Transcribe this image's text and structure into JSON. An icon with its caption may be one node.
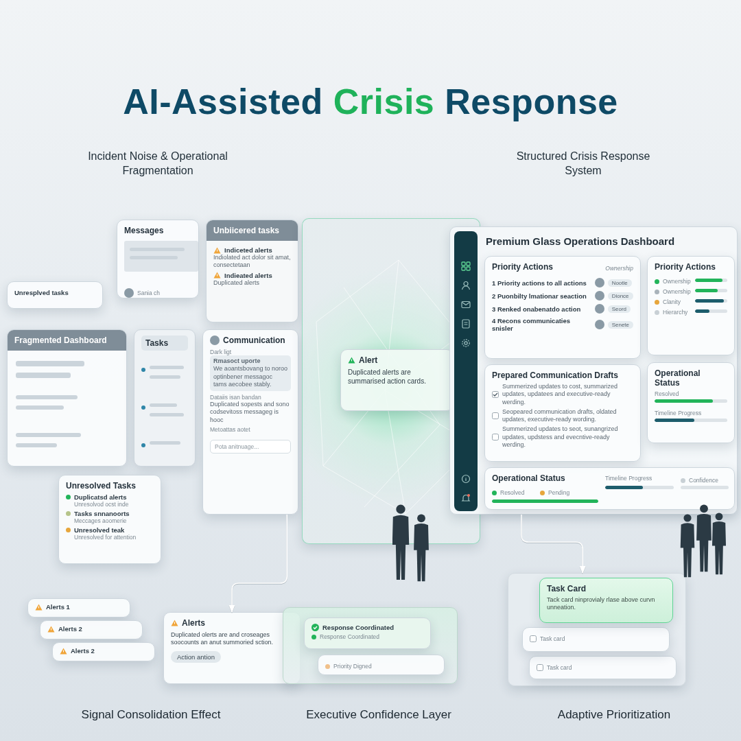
{
  "diagram": {
    "title": "AI-Assisted **Crisis** Response",
    "nodes": [
      {
        "text": [
          "Messages",
          "Sania ch"
        ]
      },
      {
        "text": [
          "Unbiicered tasks",
          "Indiceted alerts",
          "Indiolated act dolor sit amat, consectetaan",
          "Indieated alerts",
          "Duplicated alerts"
        ]
      },
      {
        "text": [
          "Unresplved tasks"
        ]
      },
      {
        "text": [
          "Fragmented Dashboard"
        ]
      },
      {
        "text": [
          "Tasks"
        ]
      },
      {
        "text": [
          "Communication",
          "Dark ligt",
          "Rmasoct uporte",
          "We aoantsbovang to noroo optinbener messagoc tams aecobee stably.",
          "Dataiis isan bandan",
          "Duplicated sopests and sono codsevitoss messageg is hooc",
          "Metoattas aotet",
          "Pota anitnuage..."
        ]
      },
      {
        "text": [
          "Unresolved Tasks",
          "Duplicatsd alerts",
          "Unresolvod ocst inde",
          "Tasks snnanoorts",
          "Meccages aoomerie",
          "Unresolved teak",
          "Unresolved for attention"
        ]
      },
      {
        "text": [],
        "shape": "box"
      },
      {
        "text": [
          "Alert",
          "Duplicated alerts are summarised action cards."
        ],
        "in": 7
      },
      {
        "text": [
          "Premium Glass Operations Dashboard"
        ]
      },
      {
        "text": [
          "Priority Actions",
          "Ownership",
          "1 Priority actions to all actions",
          "Nootle",
          "2 Puonbilty lmationar seaction",
          "Dionce",
          "3 Renked onabenatdo action",
          "Seord",
          "4 Recons communicaties snisler",
          "Senete"
        ],
        "in": 9
      },
      {
        "text": [
          "Prepared Communication Drafts",
          "Summerized updates to cost, summarized updates, updatees and executive-ready werding.",
          "Seopeared communication drafts, oldated updates, executive-ready wording.",
          "Summerized updates to seot, sunangrized updates, updstess and evecntive-ready werding."
        ],
        "in": 9
      },
      {
        "text": [
          "Priority Actions",
          "Ownership",
          "Ownership",
          "Clanity",
          "Hierarchy"
        ],
        "in": 9
      },
      {
        "text": [
          "Operational Status",
          "Resolved",
          "Timeline Progress"
        ],
        "in": 9
      },
      {
        "text": [
          "Operational Status",
          "Resolved",
          "Pending",
          "Timeline Progress",
          "Confidence"
        ],
        "in": 9
      },
      {
        "text": [
          "Alerts 1"
        ]
      },
      {
        "text": [
          "Alerts 2"
        ]
      },
      {
        "text": [
          "Alerts 2"
        ]
      },
      {
        "text": [
          "Alerts",
          "Duplicated olerts are and croseages soocounts an anut summoried sction.",
          "Action antion"
        ],
        "beside": [
          "Signal Consolidation Effect"
        ]
      },
      {
        "text": [],
        "shape": "box",
        "beside": [
          "Executive Confidence Layer"
        ]
      },
      {
        "text": [
          "Response Coordinated",
          "Response Coordinated"
        ],
        "in": 19
      },
      {
        "text": [
          "Priority Digned"
        ],
        "in": 19
      },
      {
        "text": [],
        "shape": "box",
        "beside": [
          "Adaptive Prioritization"
        ]
      },
      {
        "text": [
          "Task card"
        ],
        "in": 22
      },
      {
        "text": [
          "Task card"
        ],
        "in": 22
      },
      {
        "text": [
          "Task Card",
          "Tack card ninprovialy rlase above curvn unneation."
        ],
        "in": 22
      }
    ],
    "edges": [
      {
        "from": 5,
        "to": 18,
        "arrow": "to"
      },
      {
        "from": 7,
        "to": 19,
        "arrow": "to"
      },
      {
        "from": 9,
        "to": 22,
        "arrow": "to"
      }
    ],
    "labels": [
      "Incident Noise & Operational Fragmentation",
      "Structured Crisis Response System"
    ]
  }
}
